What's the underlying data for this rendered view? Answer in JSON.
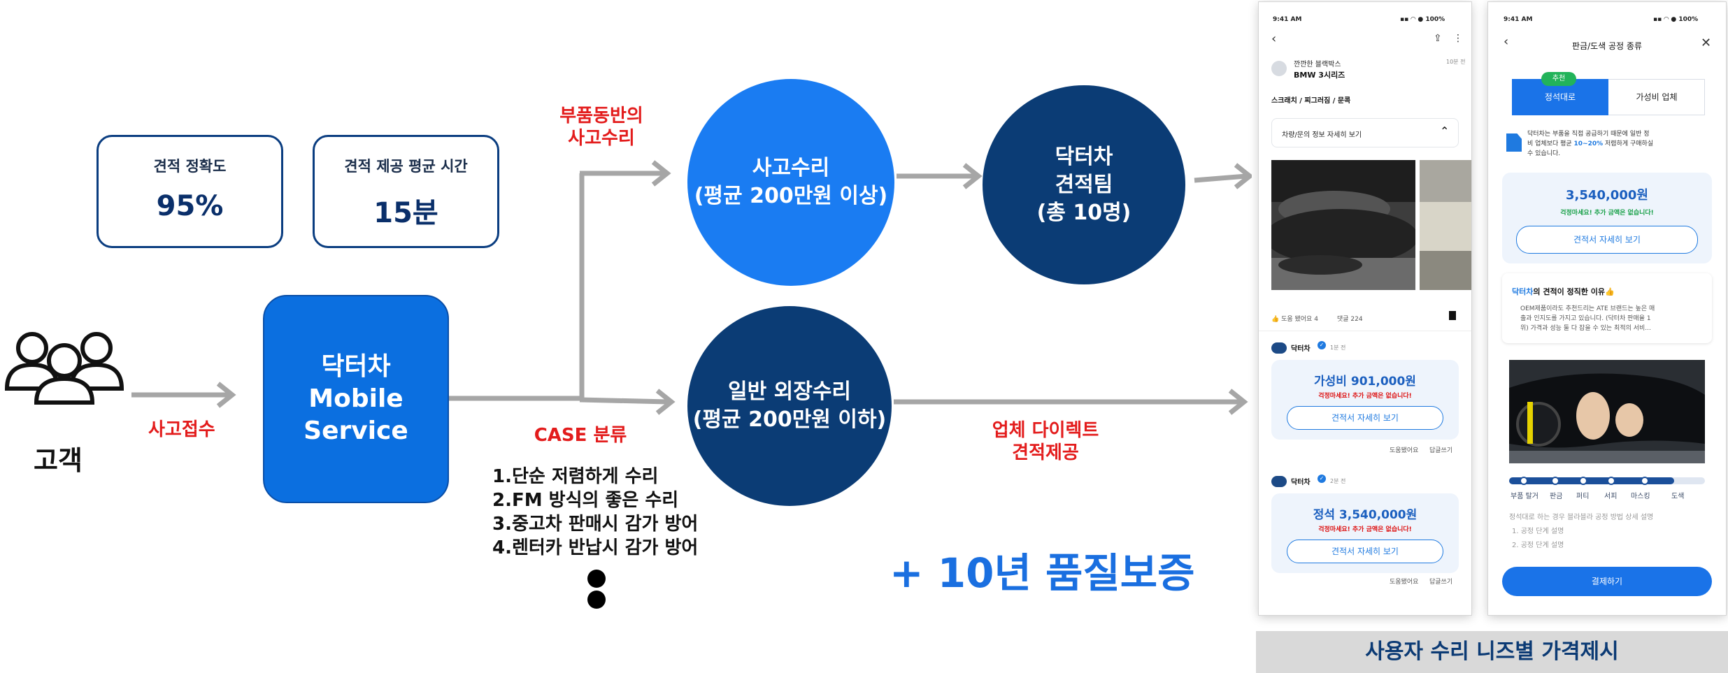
{
  "customer": {
    "label": "고객",
    "intake": "사고접수"
  },
  "metrics": [
    {
      "label": "견적 정확도",
      "value": "95%"
    },
    {
      "label": "견적 제공 평균 시간",
      "value": "15분"
    }
  ],
  "service": {
    "line1": "닥터차",
    "line2": "Mobile",
    "line3": "Service"
  },
  "branch_top_label": {
    "line1": "부품동반의",
    "line2": "사고수리"
  },
  "case_label": "CASE 분류",
  "accident_repair": {
    "line1": "사고수리",
    "line2": "(평균 200만원 이상)"
  },
  "general_repair": {
    "line1": "일반 외장수리",
    "line2": "(평균 200만원 이하)"
  },
  "estimate_team": {
    "line1": "닥터차",
    "line2": "견적팀",
    "line3": "(총 10명)"
  },
  "direct_label": {
    "line1": "업체 다이렉트",
    "line2": "견적제공"
  },
  "case_list": [
    "1.단순 저렴하게 수리",
    "2.FM 방식의 좋은 수리",
    "3.중고차 판매시 감가 방어",
    "4.렌터카 반납시 감가 방어"
  ],
  "warranty": "+ 10년 품질보증",
  "footer": "사용자 수리 니즈별 가격제시",
  "phone1": {
    "time": "9:41 AM",
    "battery": "100%",
    "user": "깐깐한 블랙박스",
    "car": "BMW 3시리즈",
    "posted": "10분 전",
    "tags": "스크래치 / 찌그러짐 / 문콕",
    "info_toggle": "차량/문의 정보 자세히 보기",
    "likes": "👍 도움 됐어요 4",
    "comments": "댓글 224",
    "quotes": [
      {
        "author": "닥터차",
        "ago": "1분 전",
        "price": "가성비 901,000원",
        "note": "걱정마세요! 추가 금액은 없습니다!",
        "button": "견적서 자세히 보기",
        "helpful": "도움됐어요",
        "reply": "답글쓰기"
      },
      {
        "author": "닥터차",
        "ago": "2분 전",
        "price": "정석 3,540,000원",
        "note": "걱정마세요! 추가 금액은 없습니다!",
        "button": "견적서 자세히 보기",
        "helpful": "도움됐어요",
        "reply": "답글쓰기"
      }
    ]
  },
  "phone2": {
    "time": "9:41 AM",
    "battery": "100%",
    "title": "판금/도색 공정 종류",
    "recommend_badge": "추천",
    "tab_active": "정석대로",
    "tab_inactive": "가성비 업체",
    "info_line1": "닥터차는 부품을 직접 공급하기 때문에 일반 정",
    "info_line2_prefix": "비 업체보다 평균 ",
    "info_highlight": "10~20%",
    "info_line2_suffix": " 저렴하게 구매하실",
    "info_line3": "수 있습니다.",
    "price": "3,540,000원",
    "note": "걱정마세요! 추가 금액은 없습니다!",
    "detail_button": "견적서 자세히 보기",
    "reason_brand": "닥터차",
    "reason_rest": "의 견적이 정직한 이유👍",
    "reason_line1": "OEM제품이라도 추천드리는 ATE 브랜드는 높은 매",
    "reason_line2": "출과 인지도를 가지고 있습니다. (닥터차 판매율 1",
    "reason_line3": "위) 가격과 성능 둘 다 잡을 수 있는 최적의 서비...",
    "steps": [
      "부품 탈거",
      "판금",
      "퍼티",
      "서피",
      "마스킹",
      "도색"
    ],
    "desc": "정석대로 하는 경우 블라블라 공정 방법 상세 설명",
    "desc_items": [
      "1. 공정 단계 설명",
      "2. 공정 단계 설명"
    ],
    "pay_button": "결제하기"
  },
  "colors": {
    "navy": "#0a3d80",
    "blue": "#0b6fe0",
    "red": "#e31c1c",
    "arrow": "#a6a6a6"
  }
}
